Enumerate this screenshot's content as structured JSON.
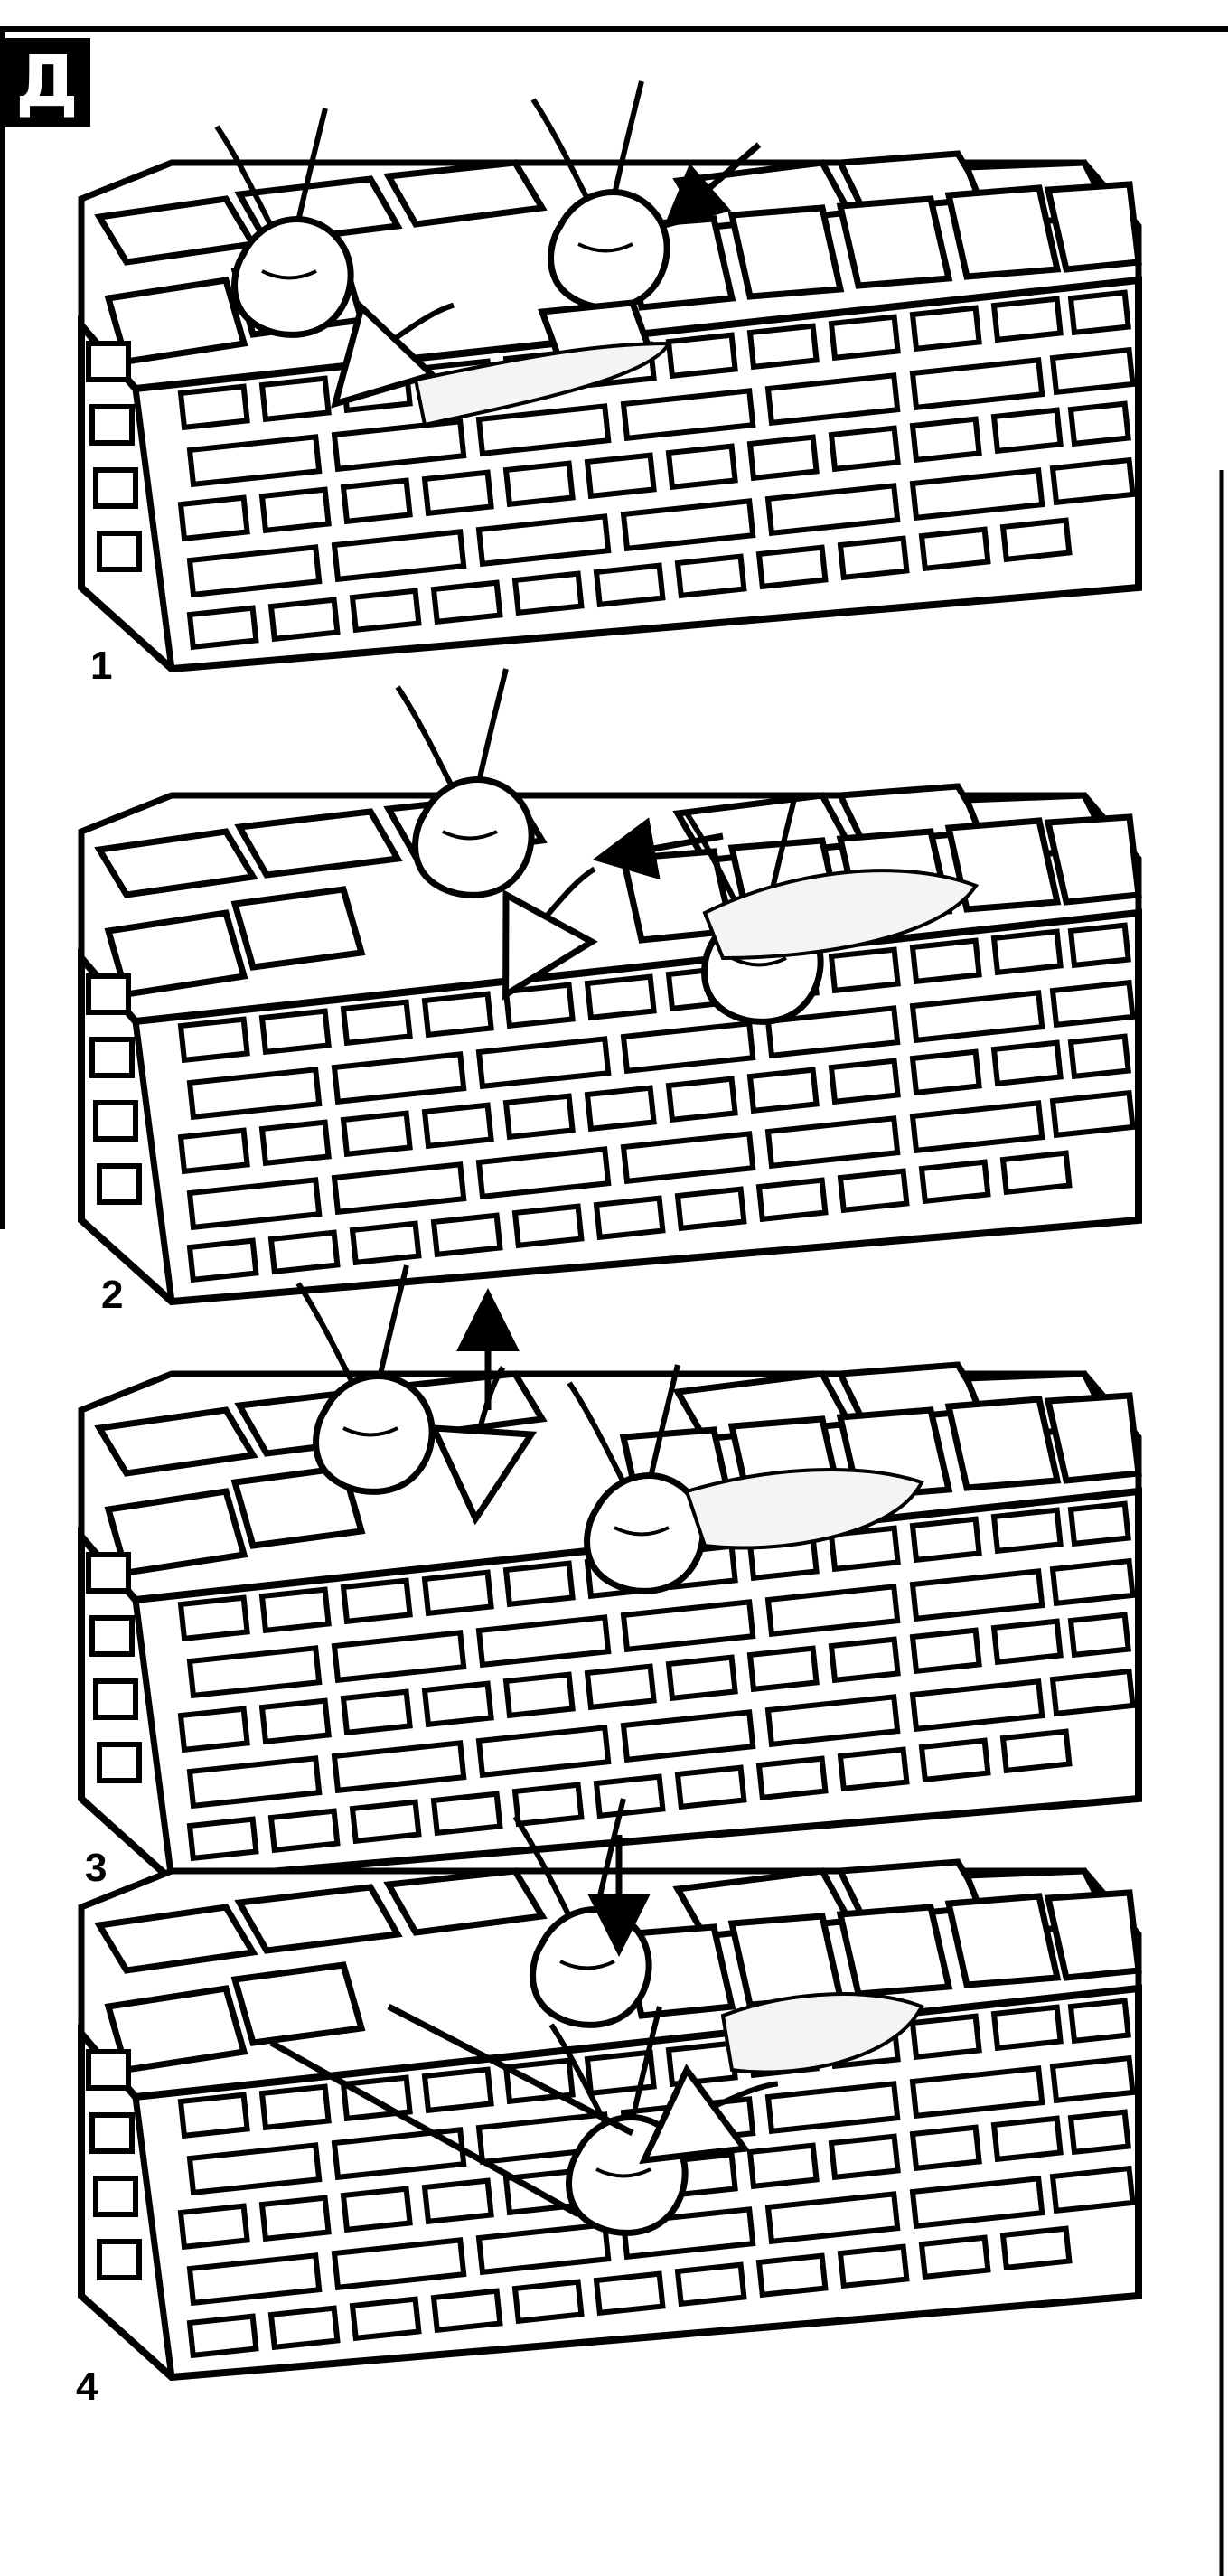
{
  "figure": {
    "badge_letter": "Д",
    "steps": [
      {
        "number": "1"
      },
      {
        "number": "2"
      },
      {
        "number": "3"
      },
      {
        "number": "4"
      }
    ]
  }
}
